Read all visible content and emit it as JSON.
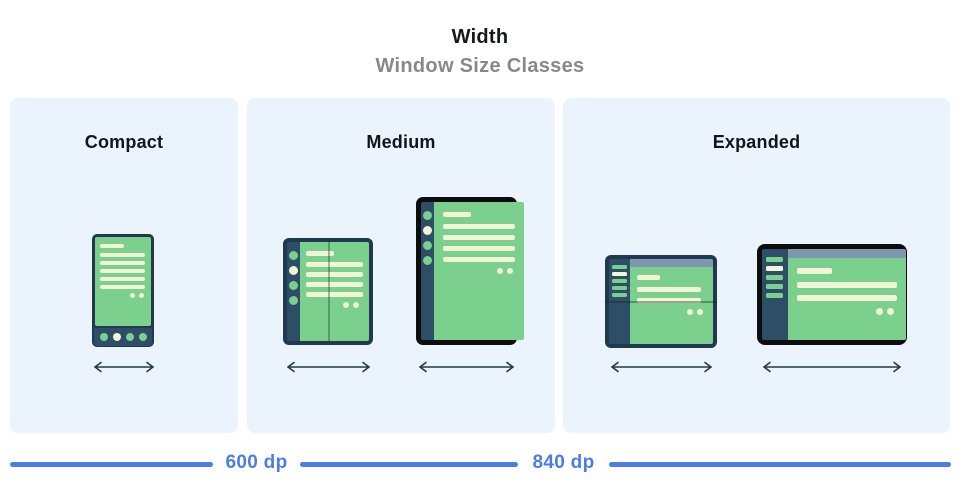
{
  "header": {
    "title": "Width",
    "subtitle": "Window Size Classes"
  },
  "panels": [
    {
      "label": "Compact",
      "devices": [
        "phone-portrait"
      ]
    },
    {
      "label": "Medium",
      "devices": [
        "foldable-portrait-open",
        "tablet-portrait"
      ]
    },
    {
      "label": "Expanded",
      "devices": [
        "foldable-landscape-open",
        "tablet-landscape"
      ]
    }
  ],
  "ruler": {
    "labels": [
      "600 dp",
      "840 dp"
    ]
  },
  "colors": {
    "panel_background": "#EBF3FC",
    "device_frame_navy": "#22384E",
    "device_frame_black": "#0D0D0D",
    "nav_rail_navy": "#2E4D66",
    "screen_green": "#7BD08E",
    "content_cream": "#F2F4D6",
    "app_bar_blue_gray": "#7E96AE",
    "ruler_blue": "#4C7CE8",
    "subtitle_gray": "#85898F",
    "arrow_navy": "#22384E"
  }
}
